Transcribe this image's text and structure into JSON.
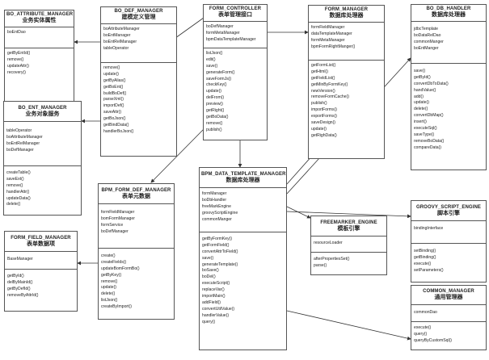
{
  "boxes": {
    "bo_attribute_manager": {
      "title": "BO_ATTRIBUTE_MANAGER",
      "subtitle": "业务实体属性",
      "attributes": [
        "boEntDao"
      ],
      "methods": [
        "getByEntId()",
        "remove()",
        "updateAttr()",
        "recovery()"
      ]
    },
    "bo_def_manager": {
      "title": "BO_DEF_MANAGER",
      "subtitle": "建模定义管理",
      "attributes": [
        "boAttributeManager",
        "boEntManager",
        "boEntRelManager",
        "tableOperator"
      ],
      "methods": [
        "remove()",
        "update()",
        "getByAlias()",
        "getBoEnt()",
        "buildBoDef()",
        "parseXml()",
        "importDef()",
        "saveAttr()",
        "getBoJson()",
        "getBindData()",
        "handlerBoJson()"
      ]
    },
    "form_controller": {
      "title": "FORM_CONTROLLER",
      "subtitle": "表单管理接口",
      "attributes": [
        "boDefManager",
        "formMetaManager",
        "bpmDataTemplateManager"
      ],
      "methods": [
        "listJson()",
        "edit()",
        "save()",
        "generateForm()",
        "saveFormJs()",
        "checkKey()",
        "update()",
        "delFrom()",
        "preview()",
        "getRight()",
        "getBoData()",
        "remove()",
        "publish()"
      ]
    },
    "form_manager": {
      "title": "FORM_MANAGER",
      "subtitle": "数据库处理器",
      "attributes": [
        "formFieldManager",
        "dataTemplateManager",
        "formMetaManager",
        "bpmFormRightManger()"
      ],
      "methods": [
        "getFormList()",
        "getHtml()",
        "getFieldList()",
        "getMinByFormKey()",
        "newVersion()",
        "removeFormCache()",
        "publish()",
        "importForms()",
        "exportForms()",
        "saveDesign()",
        "update()",
        "getRighData()"
      ]
    },
    "bo_db_handler": {
      "title": "BO_DB_HANDLER",
      "subtitle": "数据库处理器",
      "attributes": [
        "jdbcTemplate",
        "boDataRelDao",
        "commonManger",
        "boEntManger"
      ],
      "methods": [
        "save()",
        "getById()",
        "convertDbToData()",
        "handValue()",
        "add()",
        "update()",
        "delete()",
        "convertDbMap()",
        "insert()",
        "executeSql()",
        "saveType()",
        "removeBoData()",
        "compareData()"
      ]
    },
    "bo_ent_manager": {
      "title": "BO_ENT_MANAGER",
      "subtitle": "业务对象服务",
      "attributes": [
        "tableOperator",
        "boAttributeManager",
        "boEntRelManager",
        "boDefManager"
      ],
      "methods": [
        "createTable()",
        "saveExt()",
        "remove()",
        "handlerAttr()",
        "updateData()",
        "delete()"
      ]
    },
    "bpm_form_def_manager": {
      "title": "BPM_FORM_DEF_MANAGER",
      "subtitle": "表单元数据",
      "attributes": [
        "formFieldManager",
        "bomFormManager",
        "formService",
        "boDefManager"
      ],
      "methods": [
        "create()",
        "createFields()",
        "updateBomFormBo()",
        "getByKey()",
        "remove()",
        "update()",
        "delete()",
        "listJson()",
        "createByImport()"
      ]
    },
    "bpm_data_template_manager": {
      "title": "BPM_DATA_TEMPLATE_MANAGER",
      "subtitle": "数据库处理器",
      "attributes": [
        "formManager",
        "boDbHandler",
        "freeMarkEngine",
        "groovyScriptEngine",
        "commonManger"
      ],
      "methods": [
        "getByFormKey()",
        "getFormField()",
        "convertAttrToField()",
        "save()",
        "generateTemplate()",
        "boSave()",
        "boDel()",
        "executeScript()",
        "replaceVar()",
        "importMain()",
        "addField()",
        "convertUtilValue()",
        "handlerValue()",
        "query()"
      ]
    },
    "freemarker_engine": {
      "title": "FREEMARKER_ENGINE",
      "subtitle": "模板引擎",
      "attributes": [
        "resourceLoader"
      ],
      "methods": [
        "afterPropertiesSet()",
        "parse()"
      ]
    },
    "groovy_script_engine": {
      "title": "GROOVY_SCRIPT_ENGINE",
      "subtitle": "脚本引擎",
      "attributes": [
        "bindingInterface"
      ],
      "methods": [
        "setBinding()",
        "getBinding()",
        "execute()",
        "setParameters()"
      ]
    },
    "form_field_manager": {
      "title": "FORM_FIELD_MANAGER",
      "subtitle": "表单数据项",
      "attributes": [
        "BaseManager"
      ],
      "methods": [
        "getById()",
        "delByMainId()",
        "getByDefId()",
        "removeByAttrId()"
      ]
    },
    "common_manager": {
      "title": "COMMON_MANAGER",
      "subtitle": "通用管理器",
      "attributes": [
        "commonDao"
      ],
      "methods": [
        "execute()",
        "query()",
        "queryByCustomSql()"
      ]
    }
  }
}
